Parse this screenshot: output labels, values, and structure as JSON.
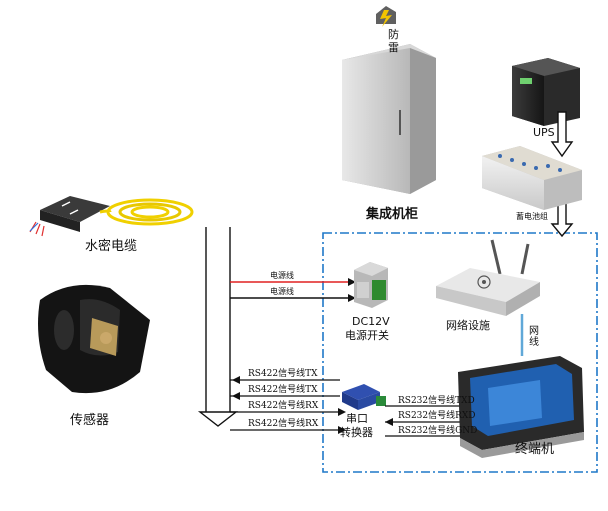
{
  "labels": {
    "lightning": [
      "防",
      "雷"
    ],
    "cabinet": "集成机柜",
    "ups": "UPS",
    "battery": "蓄电池组",
    "cable": "水密电缆",
    "sensor": "传感器",
    "psu_model": "DC12V",
    "psu_name": "电源开关",
    "network": "网络设施",
    "net_link": [
      "网",
      "线"
    ],
    "converter": [
      "串口",
      "转换器"
    ],
    "terminal": "终端机",
    "power_lines": [
      "电源线",
      "电源线"
    ],
    "rs422": [
      "RS422信号线TX",
      "RS422信号线TX",
      "RS422信号线RX",
      "RS422信号线RX"
    ],
    "rs232": [
      "RS232信号线TXD",
      "RS232信号线RXD",
      "RS232信号线GND"
    ]
  },
  "colors": {
    "dashed_box": "#1f78c8",
    "power_line": "#e02020",
    "net_line": "#60a8d8"
  }
}
